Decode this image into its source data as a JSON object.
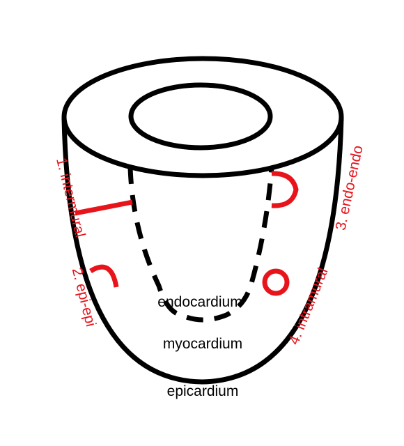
{
  "labels": {
    "endocardium": "endocardium",
    "myocardium": "myocardium",
    "epicardium": "epicardium"
  },
  "connections": [
    {
      "id": "intermural",
      "label": "1. intermural"
    },
    {
      "id": "epi-epi",
      "label": "2. epi-epi"
    },
    {
      "id": "endo-endo",
      "label": "3. endo-endo"
    },
    {
      "id": "intramural",
      "label": "4. intramural"
    }
  ],
  "colors": {
    "outline": "#000000",
    "connection": "#e8141c"
  }
}
